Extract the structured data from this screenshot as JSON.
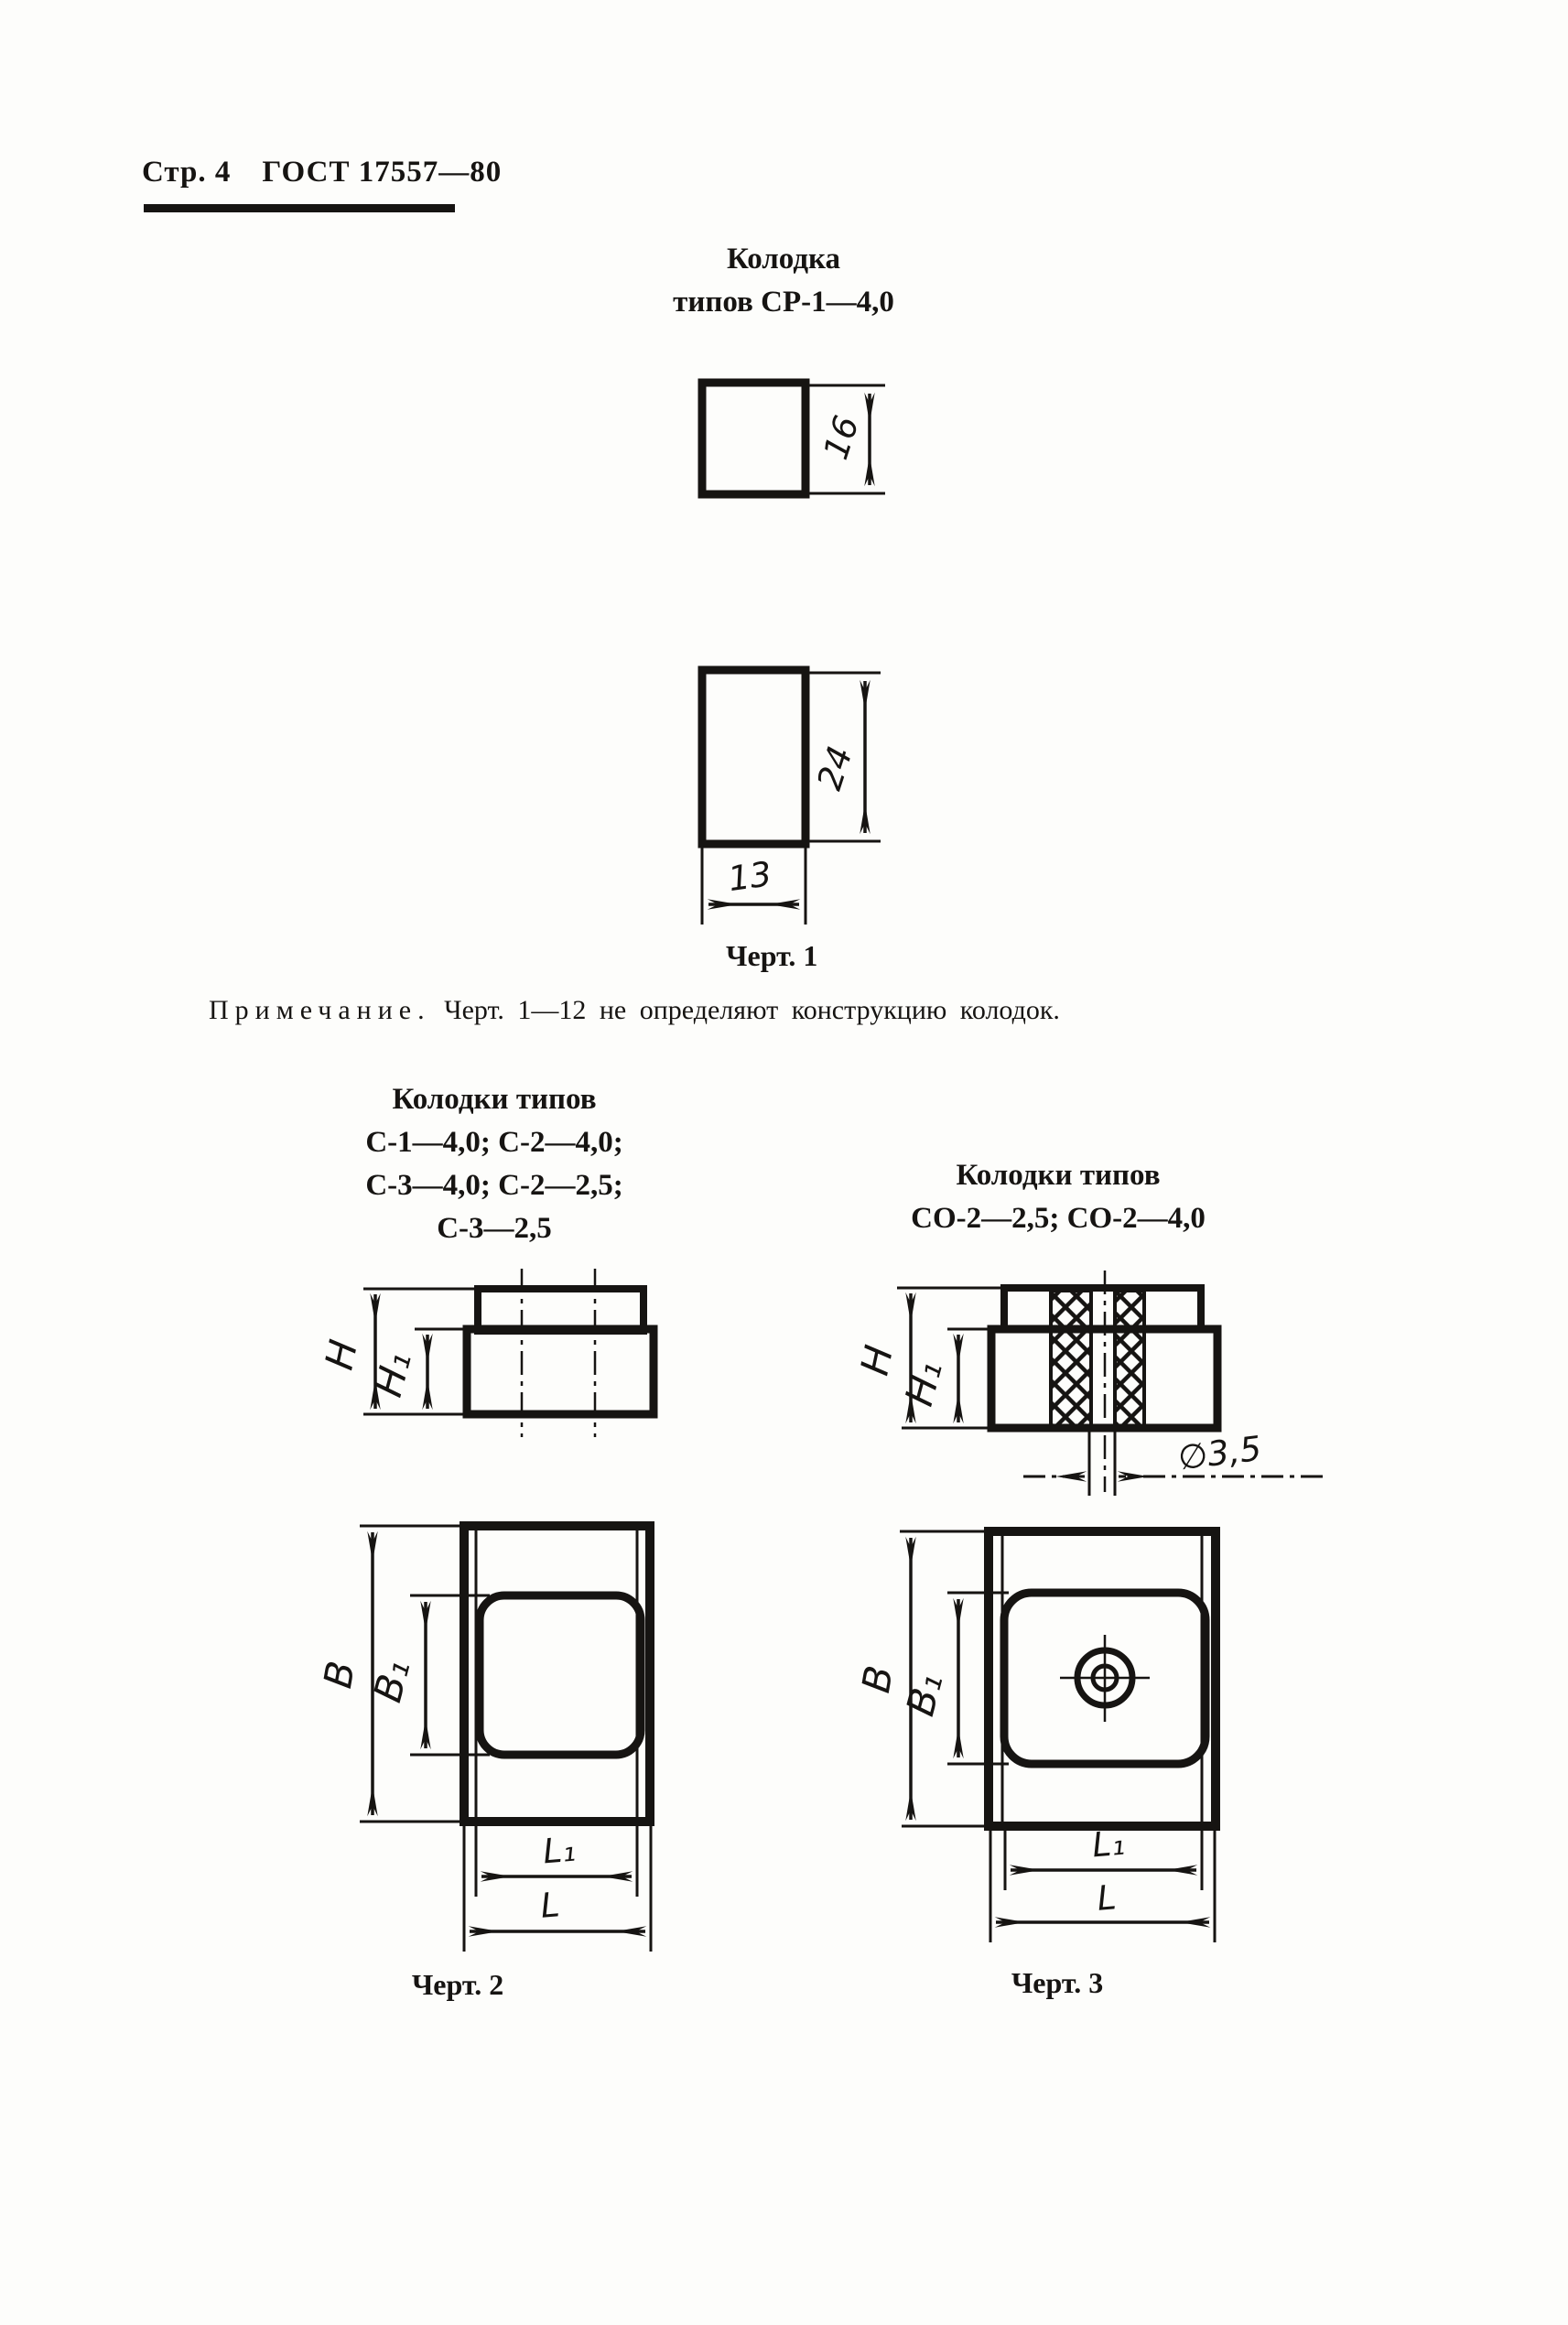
{
  "header": {
    "page_label": "Стр. 4",
    "standard_label": "ГОСТ 17557—80"
  },
  "figure1": {
    "title_line1": "Колодка",
    "title_line2": "типов СР-1—4,0",
    "square_height": "16",
    "rect_height": "24",
    "rect_width": "13",
    "caption": "Черт. 1"
  },
  "note": {
    "label": "Примечание.",
    "text": "Черт. 1—12 не определяют конструкцию колодок."
  },
  "figure2": {
    "title_line1": "Колодки типов",
    "title_line2": "С-1—4,0; С-2—4,0;",
    "title_line3": "С-3—4,0; С-2—2,5;",
    "title_line4": "С-3—2,5",
    "dim_H": "H",
    "dim_H1": "H₁",
    "dim_B": "B",
    "dim_B1": "B₁",
    "dim_L1": "L₁",
    "dim_L": "L",
    "caption": "Черт. 2"
  },
  "figure3": {
    "title_line1": "Колодки типов",
    "title_line2": "СО-2—2,5; СО-2—4,0",
    "dim_H": "H",
    "dim_H1": "H₁",
    "dim_B": "B",
    "dim_B1": "B₁",
    "dim_L1": "L₁",
    "dim_L": "L",
    "dim_diameter": "∅3,5",
    "caption": "Черт. 3"
  },
  "colors": {
    "ink": "#161412",
    "paper": "#fdfdfb"
  }
}
